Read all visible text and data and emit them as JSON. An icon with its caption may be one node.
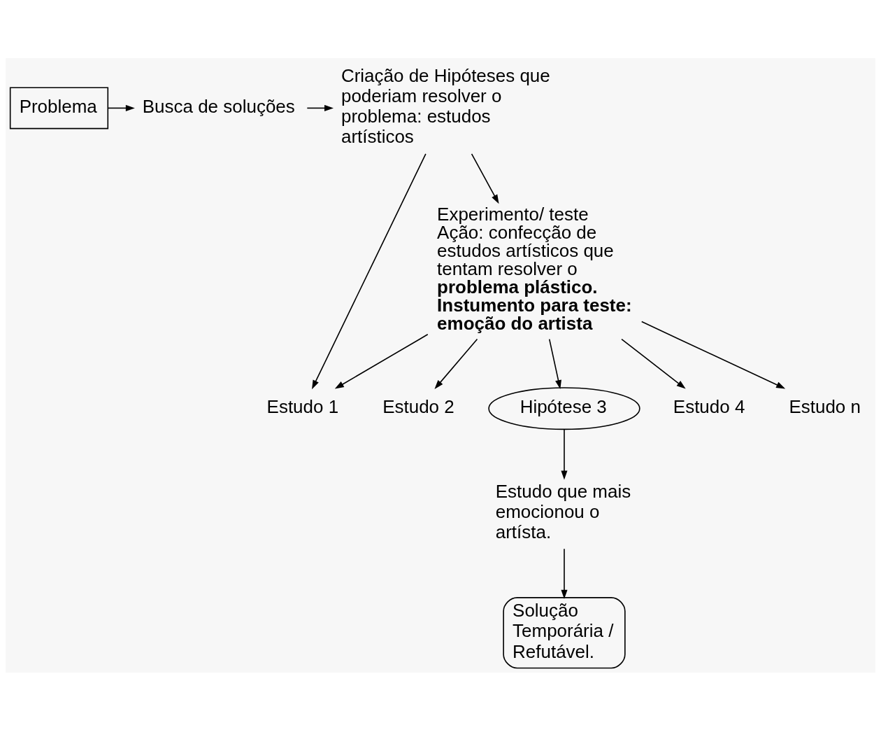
{
  "diagram": {
    "nodes": [
      {
        "text": [
          "Problema"
        ]
      },
      {
        "text": [
          "Busca de soluções"
        ]
      },
      {
        "text": [
          "Criação de Hipóteses que poderiam resolver o problema: estudos artísticos"
        ]
      },
      {
        "text": [
          "Estudo 1"
        ]
      },
      {
        "text": [
          "Estudo 2"
        ]
      },
      {
        "text": [
          "Hipótese 3"
        ]
      },
      {
        "text": [
          "Estudo 4"
        ]
      },
      {
        "text": [
          "Estudo n"
        ]
      },
      {
        "text": [
          "Experimento/ teste",
          "Ação: confecção de estudos artísticos que tentam resolver o",
          "problema plástico. Instumento para teste: emoção do artista"
        ]
      },
      {
        "text": [
          "Estudo que mais emocionou o artísta."
        ]
      },
      {
        "text": [
          "Solução Temporária / Refutável."
        ]
      }
    ],
    "edges": [
      {
        "from": 0,
        "to": 1,
        "arrow": "to"
      },
      {
        "from": 1,
        "to": 2,
        "arrow": "to"
      },
      {
        "from": 2,
        "to": 3,
        "arrow": "to"
      },
      {
        "from": 2,
        "to": 8,
        "arrow": "to"
      },
      {
        "from": 8,
        "to": 3,
        "arrow": "to"
      },
      {
        "from": 8,
        "to": 4,
        "arrow": "to"
      },
      {
        "from": 8,
        "to": 5,
        "arrow": "to"
      },
      {
        "from": 8,
        "to": 6,
        "arrow": "to"
      },
      {
        "from": 8,
        "to": 7,
        "arrow": "to"
      },
      {
        "from": 5,
        "to": 9,
        "arrow": "to"
      },
      {
        "from": 9,
        "to": 10,
        "arrow": "to"
      }
    ]
  }
}
